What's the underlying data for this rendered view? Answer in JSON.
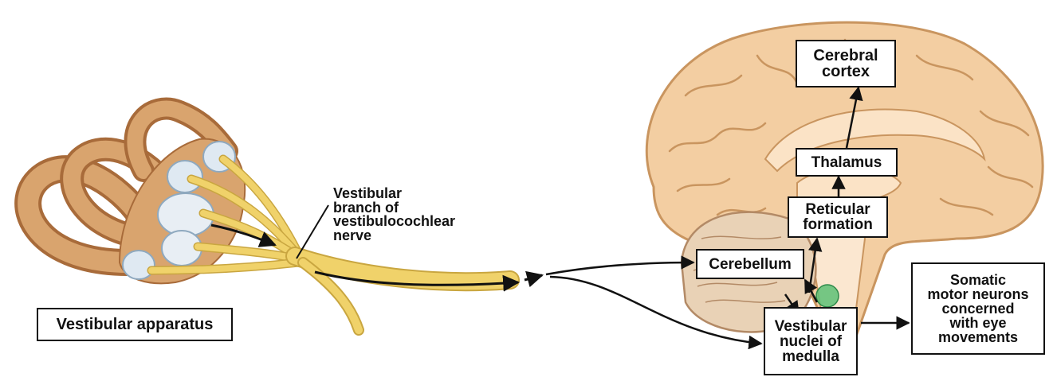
{
  "labels": {
    "vestibular_apparatus": "Vestibular apparatus",
    "nerve": [
      "Vestibular",
      "branch of",
      "vestibulocochlear",
      "nerve"
    ],
    "cerebellum": "Cerebellum",
    "reticular_formation": [
      "Reticular",
      "formation"
    ],
    "thalamus": "Thalamus",
    "cerebral_cortex": [
      "Cerebral",
      "cortex"
    ],
    "vestibular_nuclei": [
      "Vestibular",
      "nuclei of",
      "medulla"
    ],
    "somatic_motor": [
      "Somatic",
      "motor neurons",
      "concerned",
      "with eye",
      "movements"
    ]
  },
  "colors": {
    "bone": "#d9a46e",
    "bone_dark": "#a86b3a",
    "nerve": "#f0d26a",
    "sac": "#dfe9f2",
    "brain": "#f3cea2",
    "brain_dark": "#c9955f",
    "cerebellum": "#e9d2b6",
    "nucleus": "#5dbf76",
    "arrow": "#111111"
  }
}
